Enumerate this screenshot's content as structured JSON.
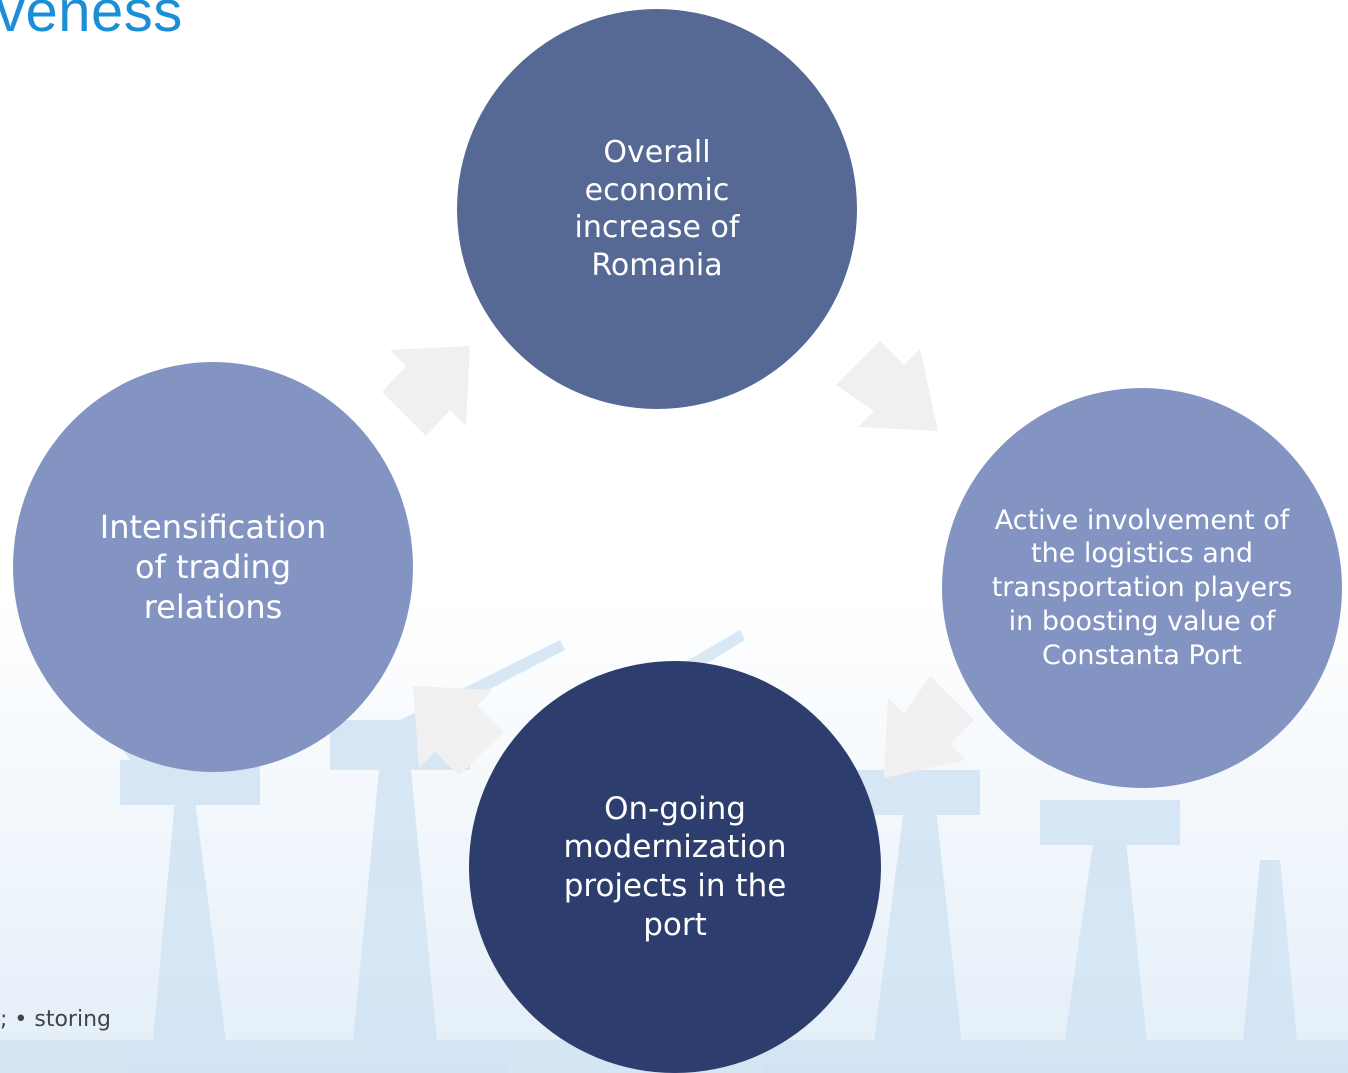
{
  "title": "veness",
  "footer": "; • storing",
  "cycle": {
    "nodes": [
      {
        "label": "Overall economic increase of Romania"
      },
      {
        "label": "Active involvement of the logistics and transportation players in boosting value of Constanta Port"
      },
      {
        "label": "On-going modernization projects in the port"
      },
      {
        "label": "Intensification of trading relations"
      }
    ]
  },
  "colors": {
    "title": "#1a8fd6",
    "node_dark": "#2d3e6e",
    "node_medium": "#566894",
    "node_light": "#8394c3",
    "arrow": "#f0f0f0",
    "crane_background": "#cfe2f3"
  }
}
